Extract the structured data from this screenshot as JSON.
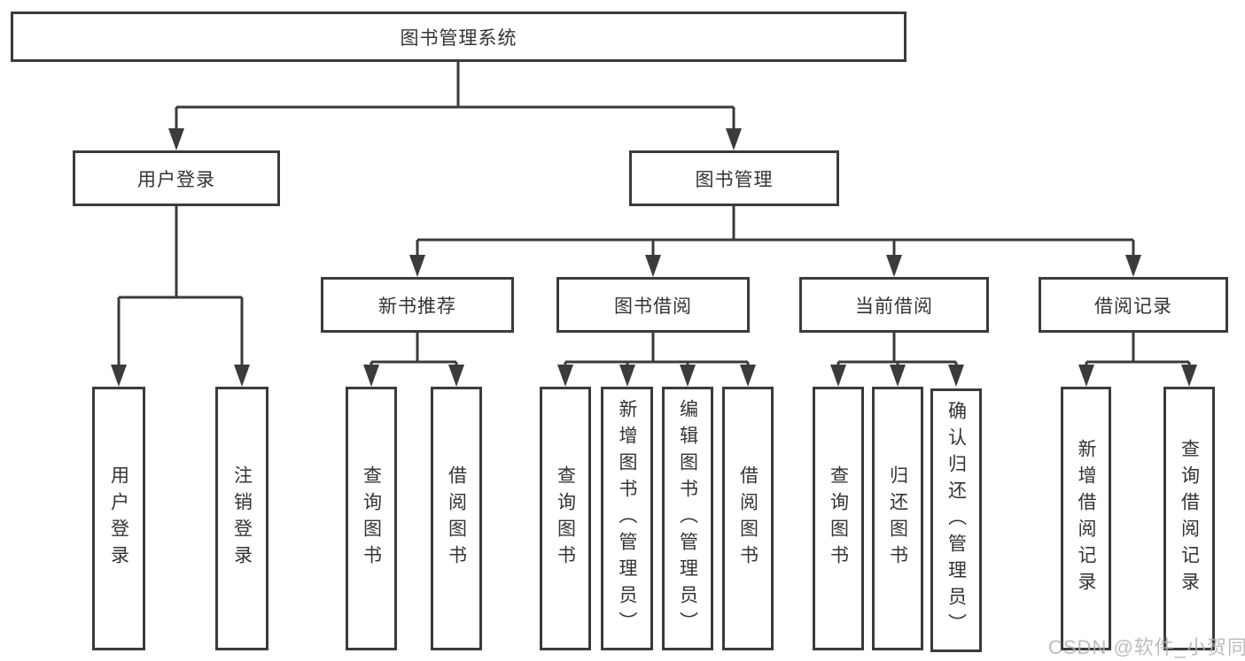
{
  "root": {
    "label": "图书管理系统"
  },
  "branches": [
    {
      "label": "用户登录",
      "children": [
        {
          "label": "用户登录"
        },
        {
          "label": "注销登录"
        }
      ]
    },
    {
      "label": "图书管理",
      "children": [
        {
          "label": "新书推荐",
          "children": [
            {
              "label": "查询图书"
            },
            {
              "label": "借阅图书"
            }
          ]
        },
        {
          "label": "图书借阅",
          "children": [
            {
              "label": "查询图书"
            },
            {
              "label": "新增图书（管理员）"
            },
            {
              "label": "编辑图书（管理员）"
            },
            {
              "label": "借阅图书"
            }
          ]
        },
        {
          "label": "当前借阅",
          "children": [
            {
              "label": "查询图书"
            },
            {
              "label": "归还图书"
            },
            {
              "label": "确认归还（管理员）"
            }
          ]
        },
        {
          "label": "借阅记录",
          "children": [
            {
              "label": "新增借阅记录"
            },
            {
              "label": "查询借阅记录"
            }
          ]
        }
      ]
    }
  ],
  "watermark": {
    "text": "CSDN @软件_小贺同学"
  },
  "colors": {
    "line": "#3b3b3b",
    "text": "#333333",
    "background": "#ffffff",
    "watermark": "#b2b2b2"
  }
}
